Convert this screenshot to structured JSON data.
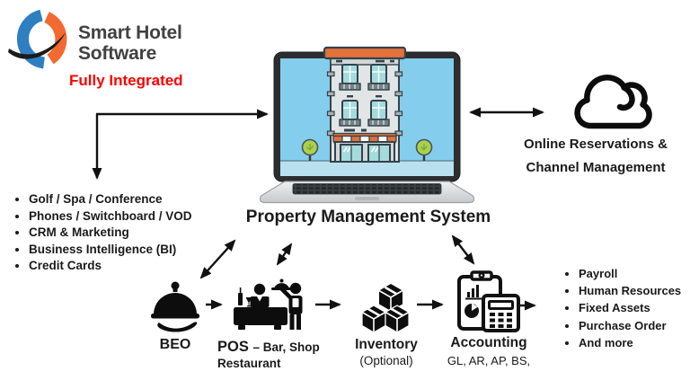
{
  "brand": {
    "line1": "Smart Hotel",
    "line2": "Software",
    "tagline": "Fully Integrated"
  },
  "left_list": {
    "items": [
      "Golf / Spa / Conference",
      "Phones / Switchboard / VOD",
      "CRM & Marketing",
      "Business Intelligence (BI)",
      "Credit Cards"
    ]
  },
  "pms": {
    "label": "Property Management System"
  },
  "cloud": {
    "line1": "Online Reservations &",
    "line2": "Channel Management"
  },
  "flow": {
    "beo": {
      "label": "BEO"
    },
    "pos": {
      "label": "POS",
      "sub1": "– Bar, Shop",
      "sub2": "Restaurant"
    },
    "inventory": {
      "label": "Inventory",
      "sub": "(Optional)"
    },
    "accounting": {
      "label": "Accounting",
      "sub": "GL, AR, AP, BS,"
    }
  },
  "right_list": {
    "items": [
      "Payroll",
      "Human Resources",
      "Fixed Assets",
      "Purchase Order",
      "And more"
    ]
  },
  "colors": {
    "accent_red": "#FB0000",
    "logo_blue": "#2E7FC2",
    "logo_orange": "#F26A2F",
    "screen_sky": "#85CDEC",
    "awning_orange": "#E2713C",
    "tree_green": "#ABD04E",
    "ink": "#111111"
  }
}
